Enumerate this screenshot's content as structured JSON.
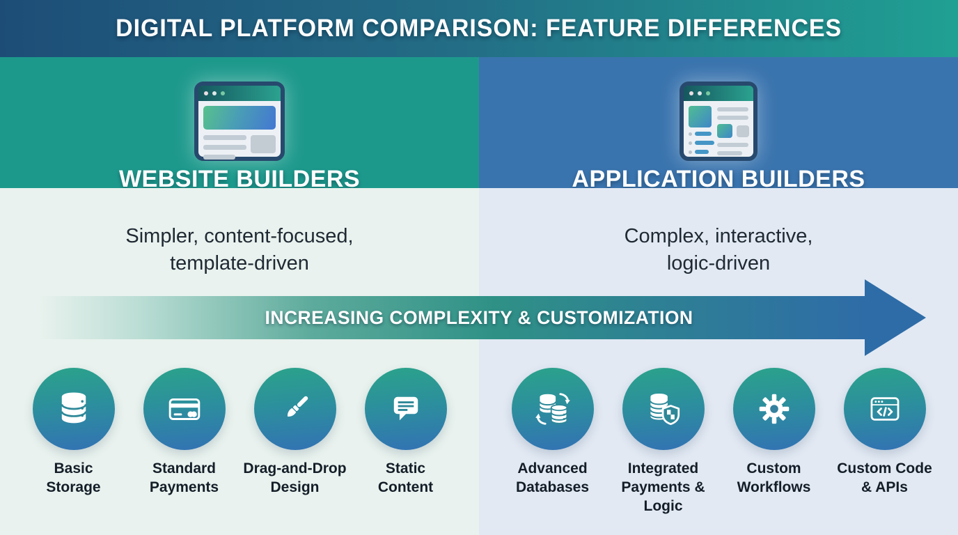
{
  "header": {
    "title": "DIGITAL PLATFORM COMPARISON: FEATURE DIFFERENCES"
  },
  "columns": {
    "left": {
      "title": "WEBSITE BUILDERS",
      "description": "Simpler, content-focused, template-driven",
      "icon": "browser-window-icon",
      "accent": "#1d998c"
    },
    "right": {
      "title": "APPLICATION BUILDERS",
      "description": "Complex, interactive, logic-driven",
      "icon": "app-window-icon",
      "accent": "#3a74ae"
    }
  },
  "arrow": {
    "label": "INCREASING COMPLEXITY & CUSTOMIZATION",
    "color": "#2e6ca7"
  },
  "features": {
    "left": [
      {
        "label": "Basic Storage",
        "icon": "database-icon"
      },
      {
        "label": "Standard Payments",
        "icon": "credit-card-icon"
      },
      {
        "label": "Drag-and-Drop Design",
        "icon": "paintbrush-icon"
      },
      {
        "label": "Static Content",
        "icon": "speech-bubble-icon"
      }
    ],
    "right": [
      {
        "label": "Advanced Databases",
        "icon": "sync-databases-icon"
      },
      {
        "label": "Integrated Payments & Logic",
        "icon": "coins-shield-icon"
      },
      {
        "label": "Custom Workflows",
        "icon": "gear-icon"
      },
      {
        "label": "Custom Code & APIs",
        "icon": "code-window-icon"
      }
    ]
  },
  "colors": {
    "header_gradient": [
      "#1d4d77",
      "#20a093"
    ],
    "left_band": "#1d998c",
    "right_band": "#3a74ae",
    "left_bg": "#e9f2ee",
    "right_bg": "#e2e9f3",
    "circle_gradient": [
      "#2ba18c",
      "#3274b2"
    ],
    "text_dark": "#1f2933"
  }
}
